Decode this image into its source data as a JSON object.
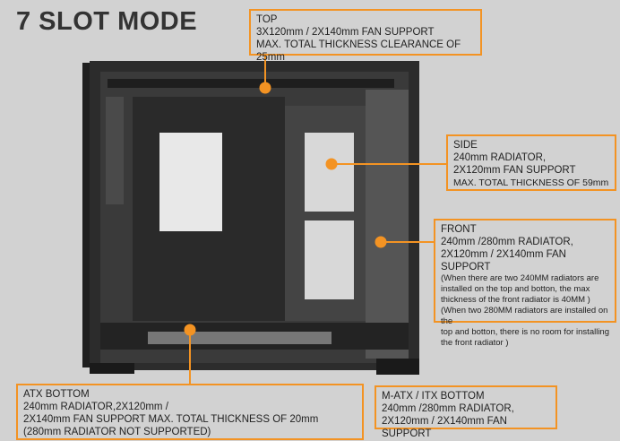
{
  "title": "7 SLOT MODE",
  "accent_color": "#f39323",
  "callouts": {
    "top": {
      "lines": [
        "TOP",
        "3X120mm / 2X140mm FAN SUPPORT",
        "MAX. TOTAL THICKNESS CLEARANCE OF 25mm"
      ]
    },
    "side": {
      "lines": [
        "SIDE",
        "240mm RADIATOR,",
        "2X120mm FAN SUPPORT"
      ],
      "note": "MAX. TOTAL THICKNESS OF 59mm"
    },
    "front": {
      "lines": [
        "FRONT",
        "240mm /280mm RADIATOR,",
        "2X120mm / 2X140mm FAN SUPPORT"
      ],
      "notes": [
        "(When there are two 240MM radiators are",
        "installed on the top and botton, the max",
        "thickness of the front radiator is 40MM )",
        "(When two 280MM radiators are installed on the",
        "top and botton, there is no room for installing",
        "the front radiator )"
      ]
    },
    "atx_bottom": {
      "lines": [
        "ATX BOTTOM",
        "240mm RADIATOR,2X120mm /",
        "2X140mm FAN SUPPORT MAX. TOTAL THICKNESS OF 20mm",
        "(280mm RADIATOR NOT SUPPORTED)"
      ]
    },
    "matx_bottom": {
      "lines": [
        "M-ATX / ITX BOTTOM",
        "240mm /280mm RADIATOR,",
        "2X120mm / 2X140mm FAN SUPPORT"
      ]
    }
  }
}
